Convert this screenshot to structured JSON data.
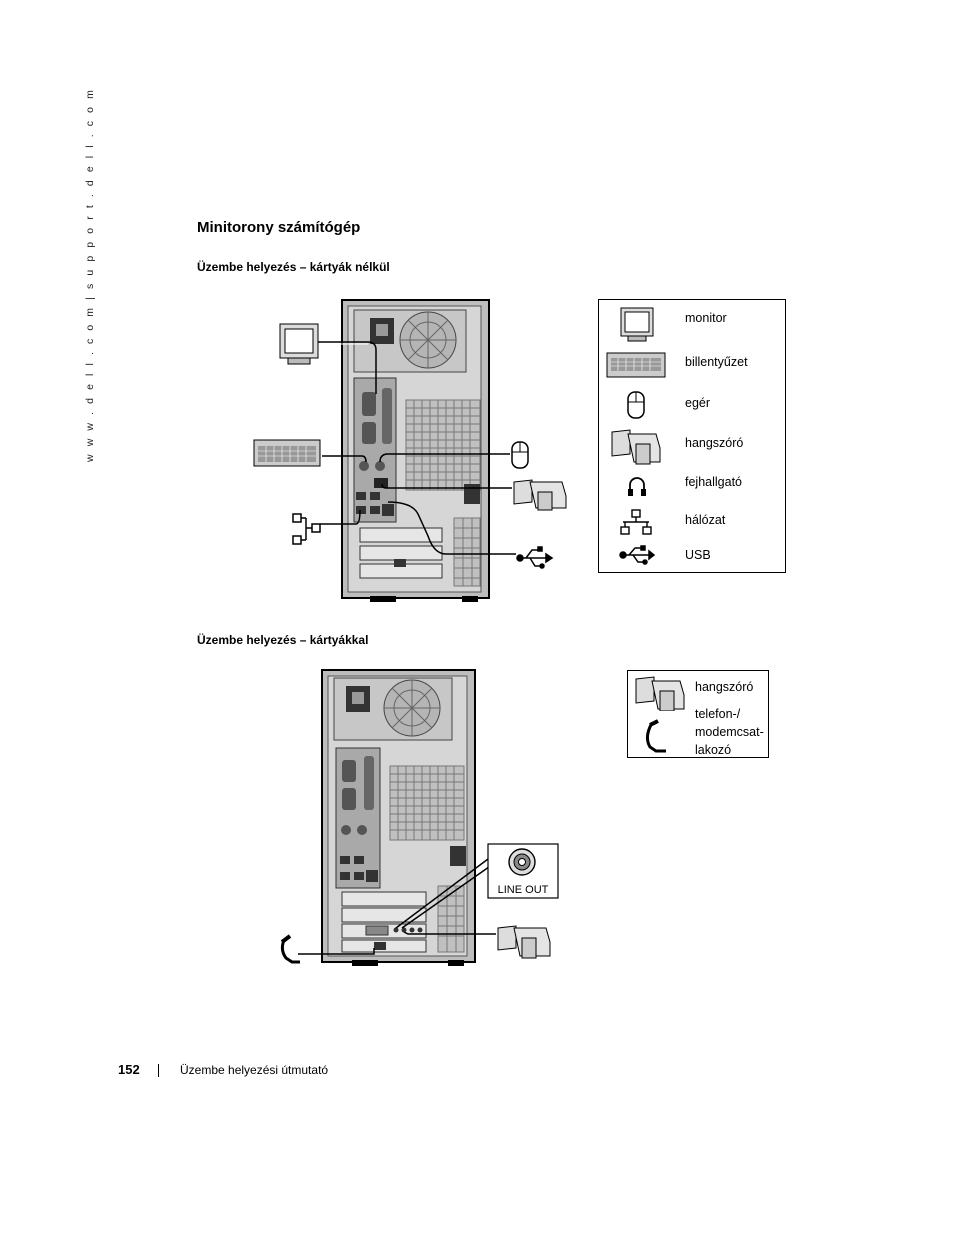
{
  "sidebar": {
    "url_text": "w w w . d e l l . c o m  |  s u p p o r t . d e l l . c o m"
  },
  "page": {
    "title": "Minitorony számítógép",
    "section1_title": "Üzembe helyezés – kártyák nélkül",
    "section2_title": "Üzembe helyezés – kártyákkal"
  },
  "legend1": {
    "items": [
      {
        "label": "monitor",
        "icon": "monitor-icon"
      },
      {
        "label": "billentyűzet",
        "icon": "keyboard-icon"
      },
      {
        "label": "egér",
        "icon": "mouse-icon"
      },
      {
        "label": "hangszóró",
        "icon": "speaker-icon"
      },
      {
        "label": "fejhallgató",
        "icon": "headphones-icon"
      },
      {
        "label": "hálózat",
        "icon": "network-icon"
      },
      {
        "label": "USB",
        "icon": "usb-icon"
      }
    ]
  },
  "legend2": {
    "items": [
      {
        "label": "hangszóró",
        "icon": "speaker-icon"
      },
      {
        "label": "telefon-/\nmodemcsat-\nlakozó",
        "lines": [
          "telefon-/",
          "modemcsat-",
          "lakozó"
        ],
        "icon": "phone-icon"
      }
    ]
  },
  "callout": {
    "label": "LINE OUT"
  },
  "footer": {
    "page_number": "152",
    "doc_title": "Üzembe helyezési útmutató"
  },
  "colors": {
    "panel": "#cfcfcf",
    "panel_dark": "#9a9a9a",
    "line": "#000000"
  }
}
